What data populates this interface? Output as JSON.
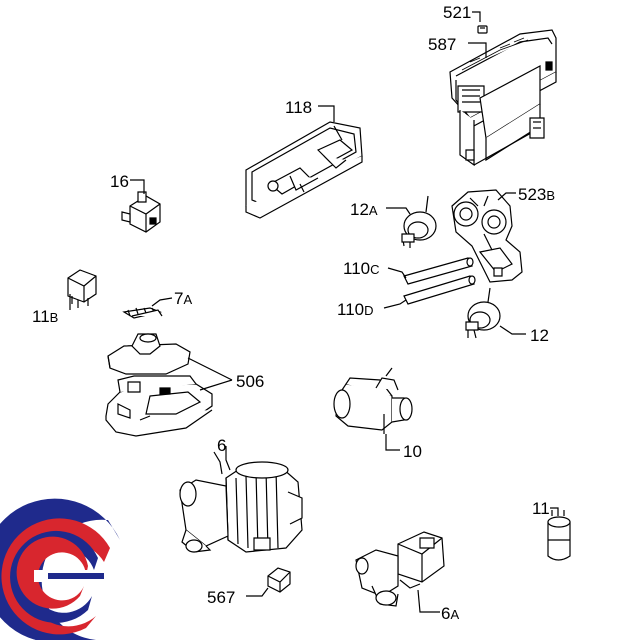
{
  "diagram": {
    "labels": {
      "p521": {
        "num": "521",
        "sfx": ""
      },
      "p587": {
        "num": "587",
        "sfx": ""
      },
      "p118": {
        "num": "118",
        "sfx": ""
      },
      "p16": {
        "num": "16",
        "sfx": ""
      },
      "p523b": {
        "num": "523",
        "sfx": "B"
      },
      "p12a": {
        "num": "12",
        "sfx": "A"
      },
      "p110c": {
        "num": "110",
        "sfx": "C"
      },
      "p110d": {
        "num": "110",
        "sfx": "D"
      },
      "p12": {
        "num": "12",
        "sfx": ""
      },
      "p11b": {
        "num": "11",
        "sfx": "B"
      },
      "p7a": {
        "num": "7",
        "sfx": "A"
      },
      "p506": {
        "num": "506",
        "sfx": ""
      },
      "p10": {
        "num": "10",
        "sfx": ""
      },
      "p6": {
        "num": "6",
        "sfx": ""
      },
      "p11": {
        "num": "11",
        "sfx": ""
      },
      "p567": {
        "num": "567",
        "sfx": ""
      },
      "p6a": {
        "num": "6",
        "sfx": "A"
      }
    },
    "logo": {
      "colors": {
        "blue": "#1f2a8c",
        "red": "#d8262e",
        "white": "#ffffff"
      }
    }
  }
}
